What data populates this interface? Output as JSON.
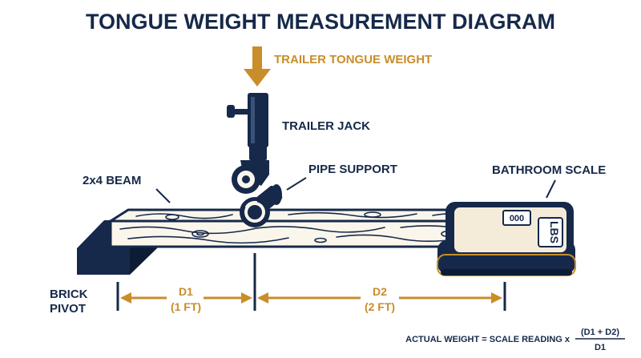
{
  "title": "TONGUE WEIGHT MEASUREMENT DIAGRAM",
  "labels": {
    "tongue_weight": "TRAILER TONGUE WEIGHT",
    "trailer_jack": "TRAILER JACK",
    "pipe_support": "PIPE SUPPORT",
    "beam": "2x4 BEAM",
    "bathroom_scale": "BATHROOM SCALE",
    "brick_line1": "BRICK",
    "brick_line2": "PIVOT",
    "scale_unit": "LBS",
    "scale_display": "000"
  },
  "dimensions": {
    "d1_name": "D1",
    "d1_value": "(1 FT)",
    "d2_name": "D2",
    "d2_value": "(2 FT)"
  },
  "formula": {
    "lhs": "ACTUAL WEIGHT = SCALE READING x",
    "numerator": "(D1 + D2)",
    "denominator": "D1"
  },
  "colors": {
    "navy": "#16294a",
    "accent": "#c98d2a",
    "wood": "#fbf6ec",
    "scale_face": "#f4ecd9"
  }
}
